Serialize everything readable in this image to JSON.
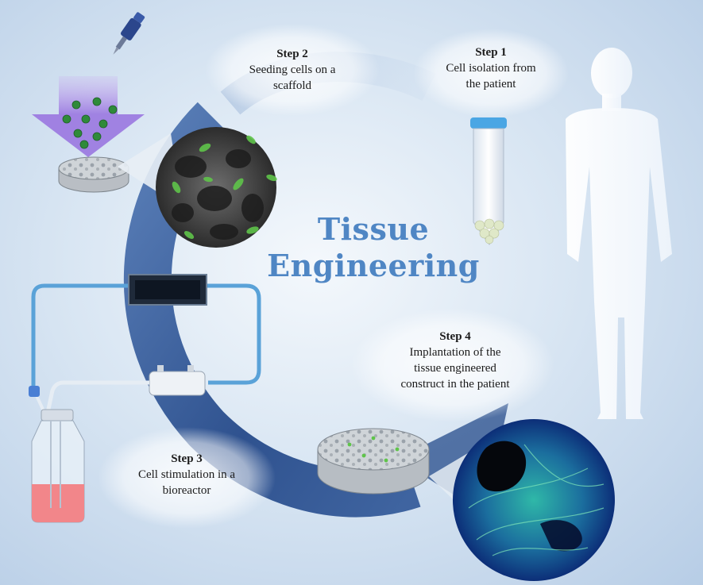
{
  "title": {
    "line1": "Tissue",
    "line2": "Engineering"
  },
  "steps": [
    {
      "id": "step-1",
      "title": "Step 1",
      "lines": [
        "Cell isolation from",
        "the patient"
      ]
    },
    {
      "id": "step-2",
      "title": "Step 2",
      "lines": [
        "Seeding cells on a",
        "scaffold"
      ]
    },
    {
      "id": "step-3",
      "title": "Step 3",
      "lines": [
        "Cell stimulation in a",
        "bioreactor"
      ]
    },
    {
      "id": "step-4",
      "title": "Step 4",
      "lines": [
        "Implantation of the",
        "tissue engineered",
        "construct in the patient"
      ]
    }
  ],
  "colors": {
    "cycle_arrow": "#3a5f9c",
    "title_text": "#4f86c4",
    "tube_line": "#5aa2d8",
    "medium": "#f2868a",
    "seeding_arrow": "#b48be6",
    "cells": "#2f8a3a",
    "silhouette": "#ffffff"
  },
  "icons": [
    "pipette-icon",
    "seeding-arrow-icon",
    "scaffold-disk-icon",
    "scaffold-micrograph-icon",
    "sample-tube-icon",
    "human-silhouette-icon",
    "bioreactor-chamber-icon",
    "filter-icon",
    "media-bottle-icon",
    "construct-disk-icon",
    "confocal-image-icon"
  ]
}
